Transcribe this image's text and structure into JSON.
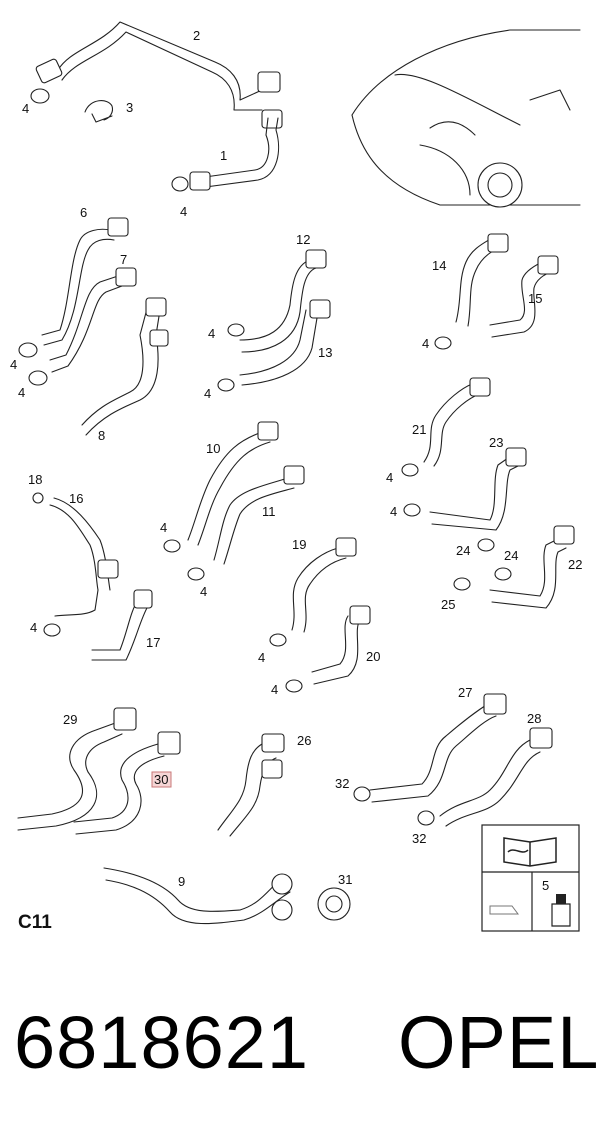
{
  "labels": {
    "l1": "1",
    "l2": "2",
    "l3": "3",
    "l4a": "4",
    "l4b": "4",
    "l4c": "4",
    "l4d": "4",
    "l4e": "4",
    "l4f": "4",
    "l4g": "4",
    "l4h": "4",
    "l4i": "4",
    "l4j": "4",
    "l4k": "4",
    "l4l": "4",
    "l4m": "4",
    "l4n": "4",
    "l5": "5",
    "l6": "6",
    "l7": "7",
    "l8": "8",
    "l9": "9",
    "l10": "10",
    "l11": "11",
    "l12": "12",
    "l13": "13",
    "l14": "14",
    "l15": "15",
    "l16": "16",
    "l17": "17",
    "l18": "18",
    "l19": "19",
    "l20": "20",
    "l21": "21",
    "l22": "22",
    "l23": "23",
    "l24a": "24",
    "l24b": "24",
    "l25": "25",
    "l26": "26",
    "l27": "27",
    "l28": "28",
    "l29": "29",
    "l30": "30",
    "l31": "31",
    "l32a": "32",
    "l32b": "32"
  },
  "diagram_code": "C11",
  "part_number": "6818621",
  "brand": "OPEL"
}
